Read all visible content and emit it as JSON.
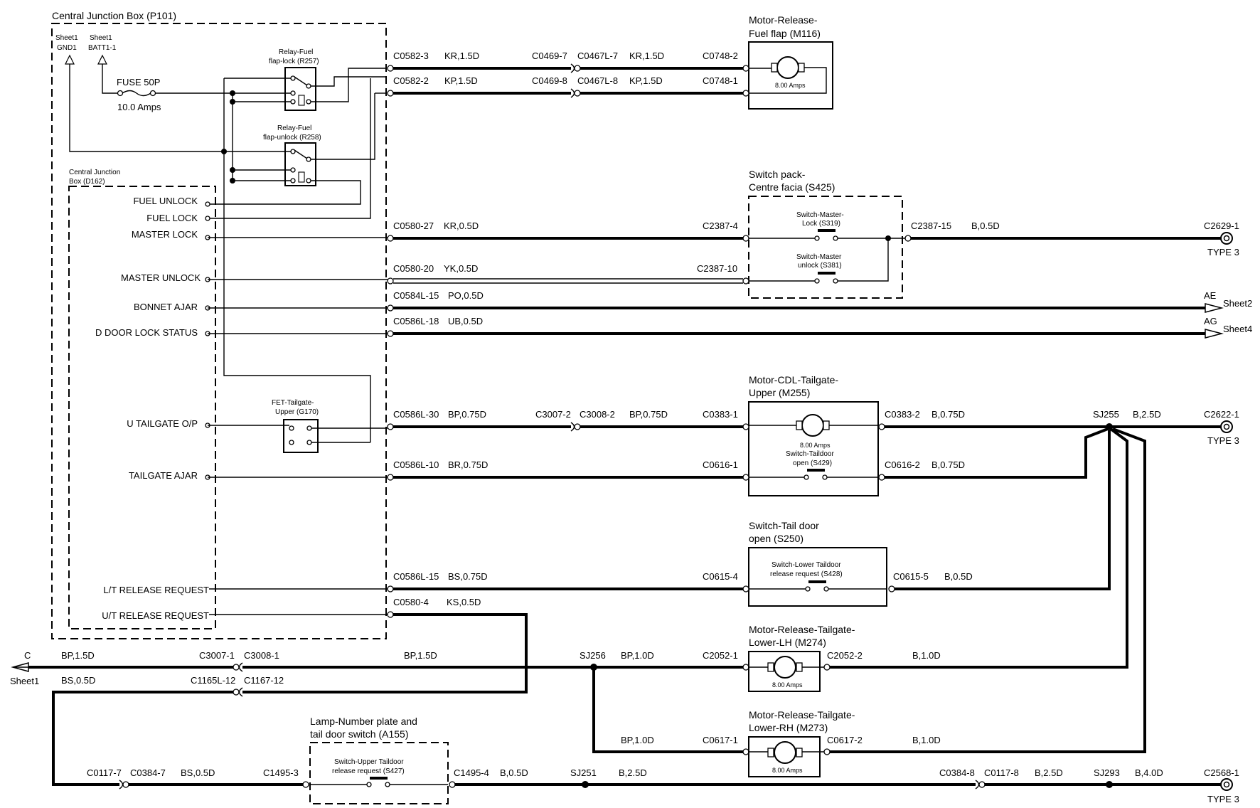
{
  "cjb": {
    "title": "Central Junction Box (P101)",
    "sheet_gnd": [
      "Sheet1",
      "GND1"
    ],
    "sheet_batt": [
      "Sheet1",
      "BATT1-1"
    ],
    "fuse": [
      "FUSE 50P",
      "10.0 Amps"
    ],
    "relay_lock": [
      "Relay-Fuel",
      "flap-lock (R257)"
    ],
    "relay_unlock": [
      "Relay-Fuel",
      "flap-unlock (R258)"
    ],
    "inner_box": [
      "Central Junction",
      "Box (D162)"
    ],
    "fet": [
      "FET-Tailgate-",
      "Upper (G170)"
    ],
    "pins": [
      "FUEL UNLOCK",
      "FUEL LOCK",
      "MASTER LOCK",
      "MASTER UNLOCK",
      "BONNET AJAR",
      "D DOOR LOCK STATUS",
      "U TAILGATE O/P",
      "TAILGATE AJAR",
      "L/T RELEASE REQUEST",
      "U/T RELEASE REQUEST"
    ]
  },
  "wires": {
    "w1": [
      "C0582-3",
      "KR,1.5D",
      "C0469-7",
      "C0467L-7",
      "KR,1.5D",
      "C0748-2"
    ],
    "w2": [
      "C0582-2",
      "KP,1.5D",
      "C0469-8",
      "C0467L-8",
      "KP,1.5D",
      "C0748-1"
    ],
    "w3": [
      "C0580-27",
      "KR,0.5D",
      "C2387-4",
      "C2387-15",
      "B,0.5D",
      "C2629-1",
      "TYPE 3"
    ],
    "w4": [
      "C0580-20",
      "YK,0.5D",
      "C2387-10"
    ],
    "w5": [
      "C0584L-15",
      "PO,0.5D",
      "AE",
      "Sheet2"
    ],
    "w6": [
      "C0586L-18",
      "UB,0.5D",
      "AG",
      "Sheet4"
    ],
    "w7": [
      "C0586L-30",
      "BP,0.75D",
      "C3007-2",
      "C3008-2",
      "BP,0.75D",
      "C0383-1",
      "C0383-2",
      "B,0.75D",
      "SJ255",
      "B,2.5D",
      "C2622-1",
      "TYPE 3"
    ],
    "w8": [
      "C0586L-10",
      "BR,0.75D",
      "C0616-1",
      "C0616-2",
      "B,0.75D"
    ],
    "w9": [
      "C0586L-15",
      "BS,0.75D",
      "C0615-4",
      "C0615-5",
      "B,0.5D"
    ],
    "w10": [
      "C0580-4",
      "KS,0.5D"
    ],
    "w11": [
      "C",
      "BP,1.5D",
      "C3007-1",
      "C3008-1",
      "BP,1.5D",
      "SJ256",
      "BP,1.0D",
      "C2052-1",
      "C2052-2",
      "B,1.0D",
      "Sheet1"
    ],
    "w12": [
      "BS,0.5D",
      "C1165L-12",
      "C1167-12"
    ],
    "w13": [
      "BP,1.0D",
      "C0617-1",
      "C0617-2",
      "B,1.0D"
    ],
    "w14": [
      "C0117-7",
      "C0384-7",
      "BS,0.5D",
      "C1495-3",
      "C1495-4",
      "B,0.5D",
      "SJ251",
      "B,2.5D",
      "C0384-8",
      "C0117-8",
      "B,2.5D",
      "SJ293",
      "B,4.0D",
      "C2568-1",
      "TYPE 3"
    ]
  },
  "components": {
    "m116": [
      "Motor-Release-",
      "Fuel flap (M116)",
      "8.00 Amps"
    ],
    "s425": [
      "Switch pack-",
      "Centre facia (S425)"
    ],
    "s319": [
      "Switch-Master-",
      "Lock (S319)"
    ],
    "s381": [
      "Switch-Master",
      "unlock (S381)"
    ],
    "m255": [
      "Motor-CDL-Tailgate-",
      "Upper (M255)",
      "8.00 Amps"
    ],
    "s429": [
      "Switch-Taildoor",
      "open (S429)"
    ],
    "s250": [
      "Switch-Tail door",
      "open (S250)"
    ],
    "s428": [
      "Switch-Lower Taildoor",
      "release request (S428)"
    ],
    "m274": [
      "Motor-Release-Tailgate-",
      "Lower-LH (M274)",
      "8.00 Amps"
    ],
    "m273": [
      "Motor-Release-Tailgate-",
      "Lower-RH (M273)",
      "8.00 Amps"
    ],
    "a155": [
      "Lamp-Number plate and",
      "tail door switch (A155)"
    ],
    "s427": [
      "Switch-Upper Taildoor",
      "release request (S427)"
    ]
  }
}
